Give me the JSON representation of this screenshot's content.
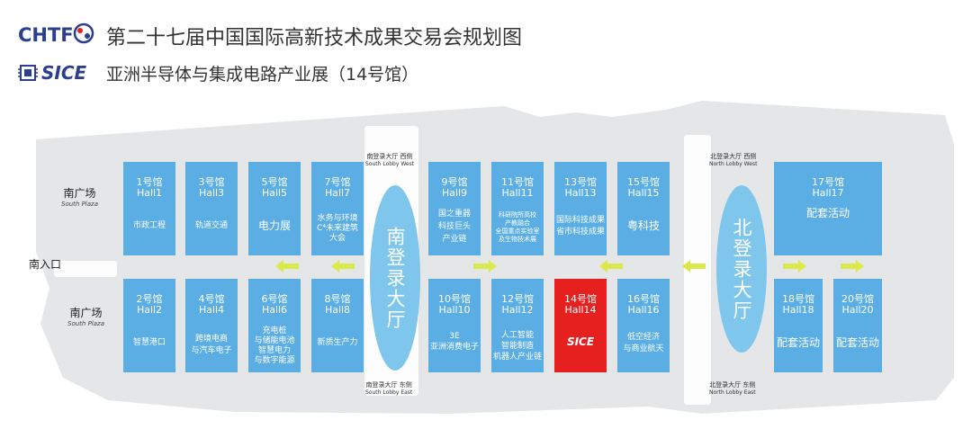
{
  "header": {
    "chtf_logo_text": "CHTF",
    "title": "第二十七届中国国际高新技术成果交易会规划图",
    "sice_logo_text": "SICE",
    "subtitle": "亚洲半导体与集成电路产业展（14号馆）"
  },
  "colors": {
    "hall": "#5aaee4",
    "hall_highlight": "#e61f1f",
    "lobby": "#7ec6ec",
    "arrow": "#d9e84a",
    "ground": "#e4e6e8"
  },
  "plazas": {
    "south_top": {
      "zh": "南广场",
      "en": "South Plaza"
    },
    "south_bottom": {
      "zh": "南广场",
      "en": "South Plaza"
    },
    "entrance": "南入口"
  },
  "lobbies": {
    "south": "南登录大厅",
    "north": "北登录大厅",
    "south_west": {
      "zh": "南登录大厅 西侧",
      "en": "South Lobby West"
    },
    "south_east": {
      "zh": "南登录大厅 东侧",
      "en": "South Lobby East"
    },
    "north_west": {
      "zh": "北登录大厅 西侧",
      "en": "North Lobby West"
    },
    "north_east": {
      "zh": "北登录大厅 东侧",
      "en": "North Lobby East"
    }
  },
  "halls": {
    "h1": {
      "name": "1号馆",
      "en": "Hall1",
      "desc": [
        "市政工程"
      ]
    },
    "h3": {
      "name": "3号馆",
      "en": "Hall3",
      "desc": [
        "轨道交通"
      ]
    },
    "h5": {
      "name": "5号馆",
      "en": "Hall5",
      "desc": [
        "电力展"
      ]
    },
    "h7": {
      "name": "7号馆",
      "en": "Hall7",
      "desc": [
        "水务与环境",
        "C⁴未来建筑",
        "大会"
      ]
    },
    "h9": {
      "name": "9号馆",
      "en": "Hall9",
      "desc": [
        "国之重器",
        "科技巨头",
        "产业链"
      ]
    },
    "h11": {
      "name": "11号馆",
      "en": "Hall11",
      "desc": [
        "科研院所高校",
        "产教融合",
        "全国重点实验室",
        "及生物技术展"
      ]
    },
    "h13": {
      "name": "13号馆",
      "en": "Hall13",
      "desc": [
        "国际科技成果",
        "省市科技成果"
      ]
    },
    "h15": {
      "name": "15号馆",
      "en": "Hall15",
      "desc": [
        "粤科技"
      ]
    },
    "h17": {
      "name": "17号馆",
      "en": "Hall17",
      "desc": [
        "配套活动"
      ]
    },
    "h2": {
      "name": "2号馆",
      "en": "Hall2",
      "desc": [
        "智慧港口"
      ]
    },
    "h4": {
      "name": "4号馆",
      "en": "Hall4",
      "desc": [
        "跨境电商",
        "与汽车电子"
      ]
    },
    "h6": {
      "name": "6号馆",
      "en": "Hall6",
      "desc": [
        "充电桩",
        "与储能电池",
        "智慧电力",
        "与数字能源"
      ]
    },
    "h8": {
      "name": "8号馆",
      "en": "Hall8",
      "desc": [
        "新质生产力"
      ]
    },
    "h10": {
      "name": "10号馆",
      "en": "Hall10",
      "desc": [
        "3E",
        "亚洲消费电子"
      ]
    },
    "h12": {
      "name": "12号馆",
      "en": "Hall12",
      "desc": [
        "人工智能",
        "智能制造",
        "机器人产业链"
      ]
    },
    "h14": {
      "name": "14号馆",
      "en": "Hall14",
      "desc": [
        "SICE"
      ]
    },
    "h16": {
      "name": "16号馆",
      "en": "Hall16",
      "desc": [
        "低空经济",
        "与商业航天"
      ]
    },
    "h18": {
      "name": "18号馆",
      "en": "Hall18",
      "desc": [
        "配套活动"
      ]
    },
    "h20": {
      "name": "20号馆",
      "en": "Hall20",
      "desc": [
        "配套活动"
      ]
    }
  }
}
